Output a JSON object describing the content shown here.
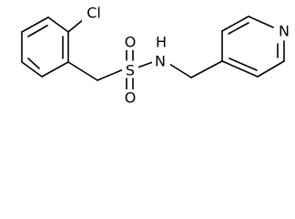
{
  "molecule": {
    "atoms": {
      "chlorine": "Cl",
      "sulfur": "S",
      "oxygen_top": "O",
      "oxygen_bottom": "O",
      "nitrogen_amide": "N",
      "hydrogen_amide": "H",
      "nitrogen_pyridine": "N"
    }
  }
}
